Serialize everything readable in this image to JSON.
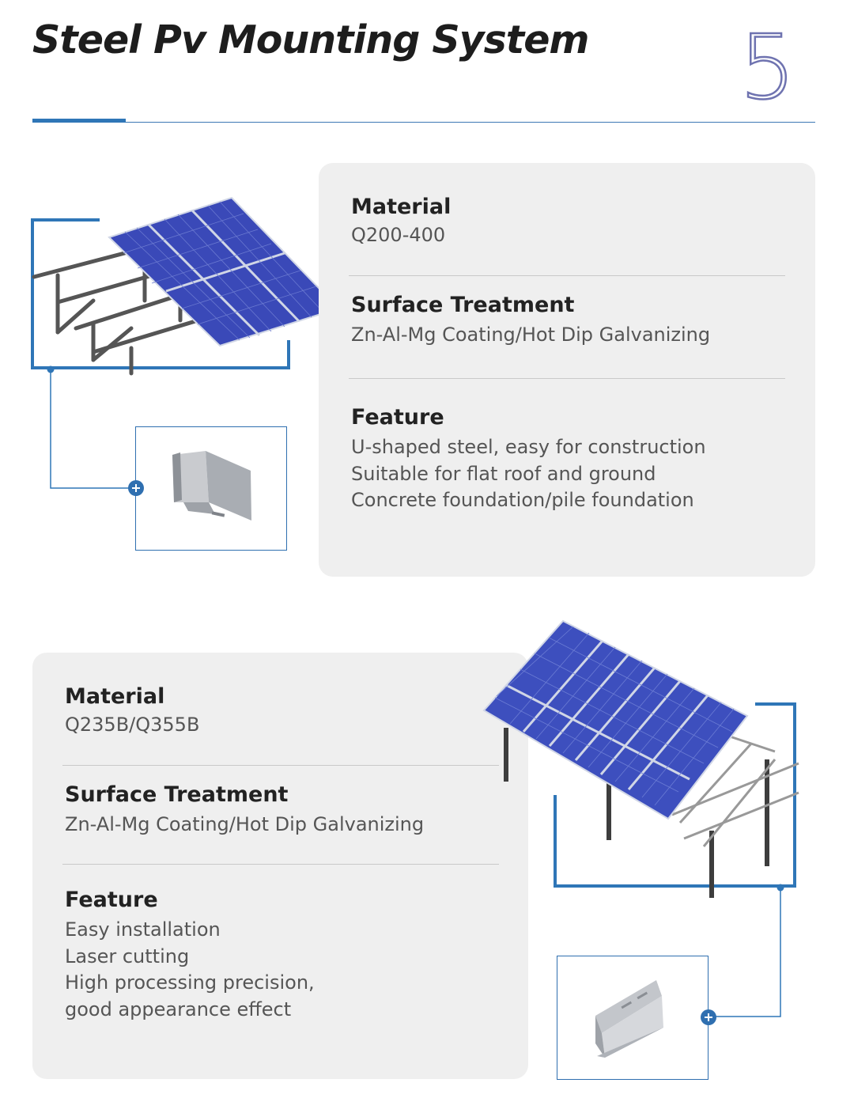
{
  "page": {
    "title": "Steel Pv Mounting System",
    "page_number": "5"
  },
  "systems": [
    {
      "material_label": "Material",
      "material_value": "Q200-400",
      "surface_label": "Surface Treatment",
      "surface_value": "Zn-Al-Mg Coating/Hot Dip Galvanizing",
      "feature_label": "Feature",
      "features": [
        "U-shaped steel, easy for construction",
        "Suitable for flat roof and ground",
        "Concrete foundation/pile foundation"
      ]
    },
    {
      "material_label": "Material",
      "material_value": "Q235B/Q355B",
      "surface_label": "Surface Treatment",
      "surface_value": "Zn-Al-Mg Coating/Hot Dip Galvanizing",
      "feature_label": "Feature",
      "features": [
        "Easy installation",
        "Laser cutting",
        "High processing precision,",
        "good appearance effect"
      ]
    }
  ],
  "colors": {
    "accent_blue": "#2f76b7",
    "panel_blue": "#3a49b8",
    "card_bg": "#efefef",
    "page_number_outline": "#6f73b0"
  },
  "icons": {
    "connector_dot": "plus-circle-icon"
  }
}
